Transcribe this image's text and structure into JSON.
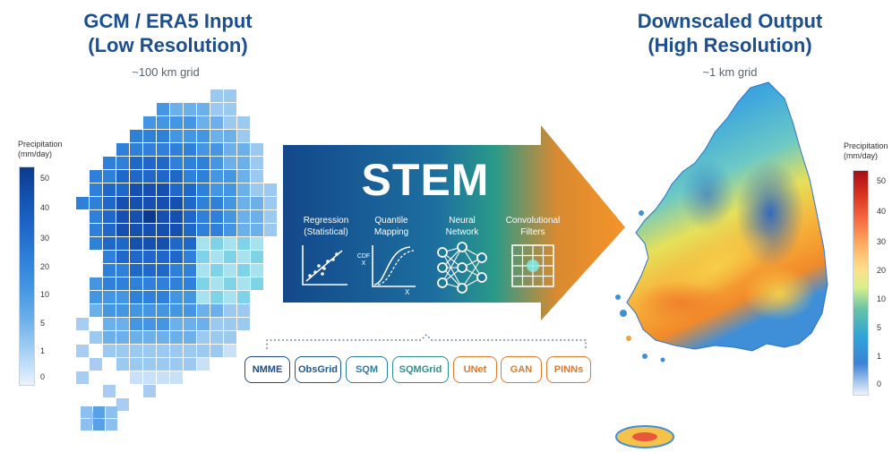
{
  "left_panel": {
    "title_line1": "GCM / ERA5 Input",
    "title_line2": "(Low Resolution)",
    "grid_label": "~100 km grid",
    "legend_title_line1": "Precipitation",
    "legend_title_line2": "(mm/day)",
    "legend_ticks": [
      "50",
      "40",
      "30",
      "20",
      "10",
      "5",
      "1",
      "0"
    ]
  },
  "right_panel": {
    "title_line1": "Downscaled Output",
    "title_line2": "(High Resolution)",
    "grid_label": "~1 km grid",
    "legend_title_line1": "Precipitation",
    "legend_title_line2": "(mm/day)",
    "legend_ticks": [
      "50",
      "40",
      "30",
      "20",
      "10",
      "5",
      "1",
      "0"
    ]
  },
  "center": {
    "title": "STEM",
    "methods": [
      {
        "line1": "Regression",
        "line2": "(Statistical)",
        "icon": "scatter-regression-icon"
      },
      {
        "line1": "Quantile",
        "line2": "Mapping",
        "icon": "cdf-curve-icon"
      },
      {
        "line1": "Neural",
        "line2": "Network",
        "icon": "neural-network-icon"
      },
      {
        "line1": "Convolutional",
        "line2": "Filters",
        "icon": "grid-filter-icon"
      }
    ],
    "cdf_axis_label_line1": "CDF",
    "cdf_axis_label_line2": "X",
    "cdf_x_label": "X"
  },
  "chips": [
    {
      "label": "NMME",
      "color": "#1c4c8c"
    },
    {
      "label": "ObsGrid",
      "color": "#1c5a8f"
    },
    {
      "label": "SQM",
      "color": "#2a7ea0"
    },
    {
      "label": "SQMGrid",
      "color": "#2e8f8f"
    },
    {
      "label": "UNet",
      "color": "#e07a2a"
    },
    {
      "label": "GAN",
      "color": "#e07a2a"
    },
    {
      "label": "PINNs",
      "color": "#e07a2a"
    }
  ],
  "colors": {
    "title": "#1b4f8f",
    "blue_dark": "#0d3b8a",
    "blue_light": "#e6f0fb",
    "arrow_start": "#13488a",
    "arrow_mid": "#1f8a8a",
    "arrow_end": "#f28a25"
  }
}
